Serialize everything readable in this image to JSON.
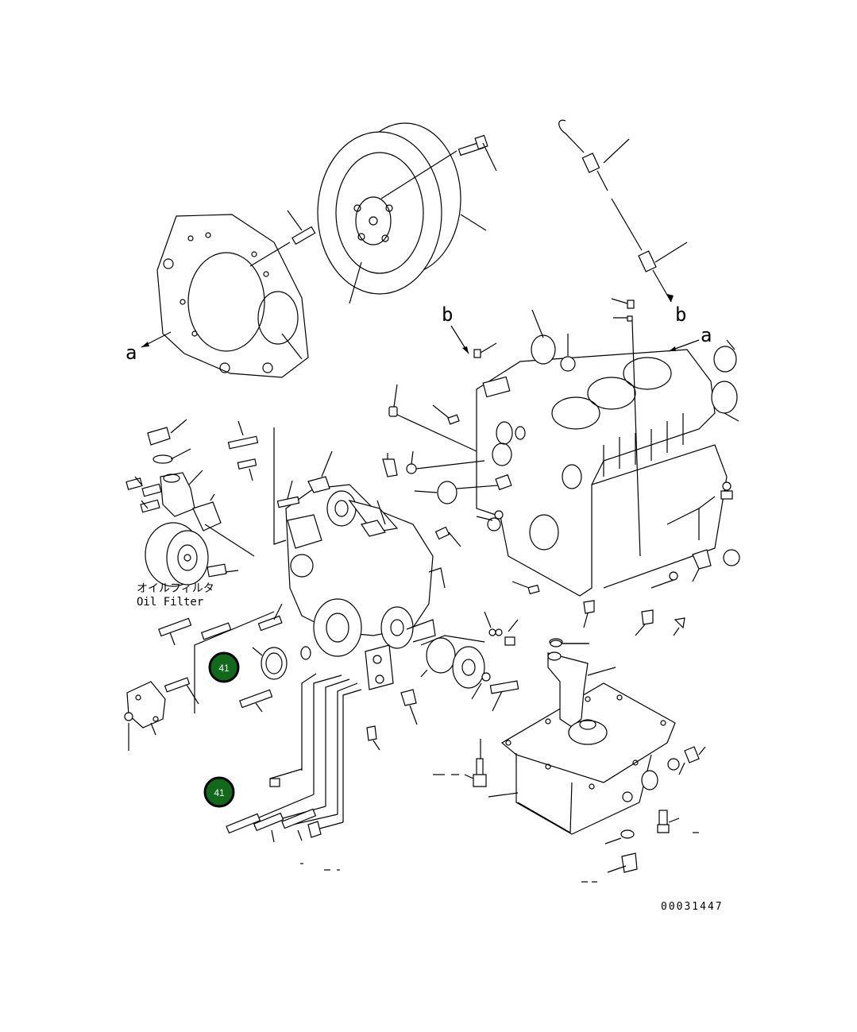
{
  "labels": {
    "ref_a_left": "a",
    "ref_a_right": "a",
    "ref_b_top": "b",
    "ref_b_mid": "b",
    "oil_filter_jp": "オイルフィルタ",
    "oil_filter_en": "Oil Filter",
    "drawing_number": "00031447"
  },
  "callouts": [
    {
      "id": "callout-41-upper",
      "number": "41"
    },
    {
      "id": "callout-41-lower",
      "number": "41"
    }
  ],
  "colors": {
    "callout_fill": "#0f6b1a",
    "line": "#000000",
    "background": "#ffffff"
  }
}
